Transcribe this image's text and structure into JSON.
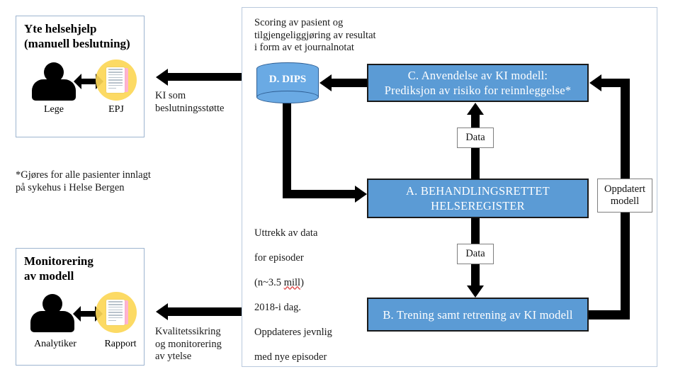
{
  "panels": {
    "top_left": {
      "title": "Yte helsehjelp\n(manuell beslutning)",
      "person_label": "Lege",
      "doc_label": "EPJ"
    },
    "bottom_left": {
      "title": "Monitorering\nav modell",
      "person_label": "Analytiker",
      "doc_label": "Rapport"
    }
  },
  "captions": {
    "ki_decision_support": "KI som\nbeslutningsstøtte",
    "quality_monitoring": "Kvalitetssikring\nog monitorering\nav ytelse",
    "footnote": "*Gjøres for alle pasienter innlagt\npå sykehus i Helse Bergen",
    "scoring": "Scoring av pasient og\ntilgjengeliggjøring av resultat\ni form av et journalnotat",
    "extraction_line1": "Uttrekk av data",
    "extraction_line2": "for episoder",
    "extraction_line3_pre": "(n~3.5 ",
    "extraction_line3_spell": "mill",
    "extraction_line3_post": ")",
    "extraction_line4": "2018-i dag.",
    "extraction_line5": "Oppdateres jevnlig",
    "extraction_line6": "med nye episoder"
  },
  "nodes": {
    "dips": "D. DIPS",
    "box_c": "C. Anvendelse av KI modell:\nPrediksjon av risiko for reinnleggelse*",
    "box_a": "A. BEHANDLINGSRETTET\nHELSEREGISTER",
    "box_b": "B. Trening samt retrening av KI modell"
  },
  "edge_labels": {
    "data_top": "Data",
    "data_bottom": "Data",
    "updated_model": "Oppdatert\nmodell"
  },
  "colors": {
    "box_fill": "#5b9bd5",
    "cylinder_fill": "#6aaae4",
    "cylinder_stroke": "#2f5f94",
    "panel_border": "#9db4cf",
    "container_border": "#b9c9dd",
    "connector": "#000000",
    "doc_icon_circle": "#fcd757",
    "doc_icon_accent": "#ffb3d0"
  }
}
